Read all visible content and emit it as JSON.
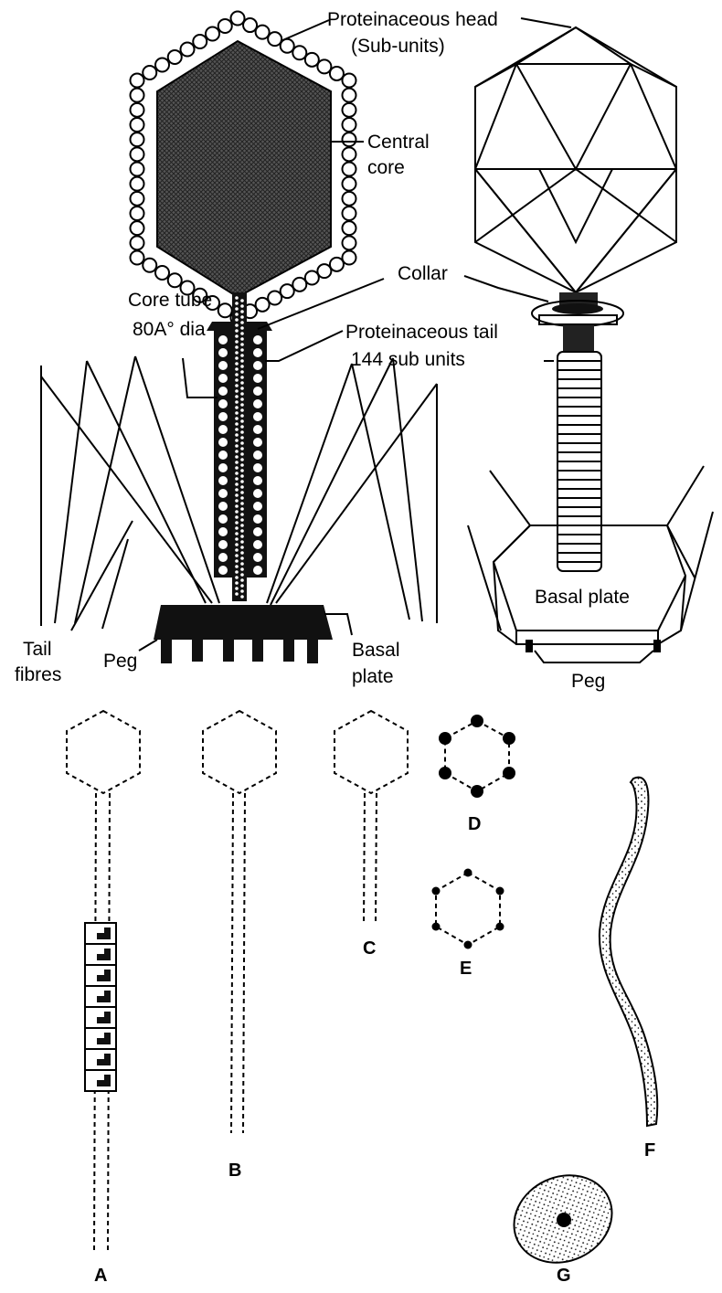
{
  "labels": {
    "proteinaceous_head": "Proteinaceous head",
    "sub_units": "(Sub-units)",
    "central": "Central",
    "core": "core",
    "collar": "Collar",
    "core_tube": "Core tube",
    "dia": "80A° dia",
    "tail_title": "Proteinaceous tail",
    "tail_units": "144 sub units",
    "tail": "Tail",
    "fibres": "fibres",
    "peg_left": "Peg",
    "basal_left": "Basal",
    "plate_left": "plate",
    "basal_plate_right": "Basal plate",
    "peg_right": "Peg"
  },
  "panels": {
    "a": "A",
    "b": "B",
    "c": "C",
    "d": "D",
    "e": "E",
    "f": "F",
    "g": "G"
  },
  "colors": {
    "ink": "#000000",
    "paper": "#ffffff",
    "core_fill": "#3a3a3a"
  }
}
